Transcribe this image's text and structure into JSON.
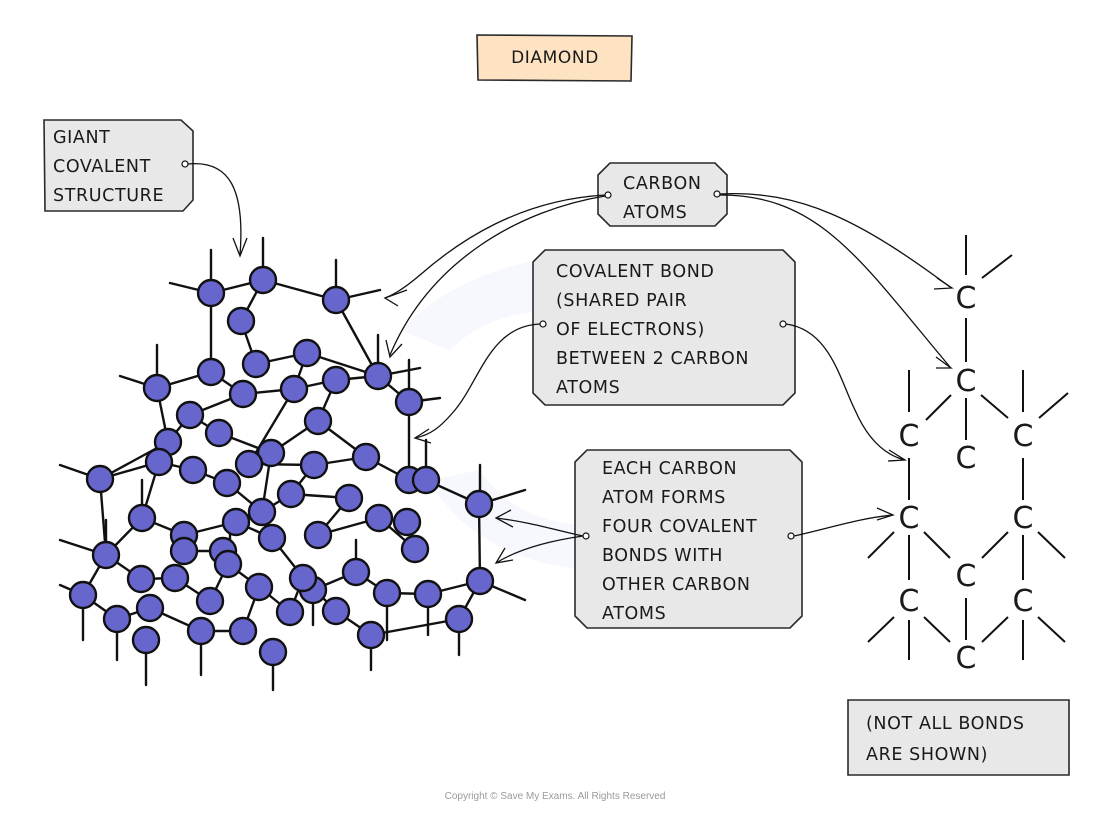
{
  "title": "DIAMOND",
  "labels": {
    "giant_covalent": [
      "GIANT",
      "COVALENT",
      "STRUCTURE"
    ],
    "carbon_atoms": [
      "CARBON",
      "ATOMS"
    ],
    "covalent_bond": [
      "COVALENT  BOND",
      "(SHARED  PAIR",
      "OF  ELECTRONS)",
      "BETWEEN  2  CARBON",
      "ATOMS"
    ],
    "each_carbon": [
      "EACH  CARBON",
      "ATOM  FORMS",
      "FOUR  COVALENT",
      "BONDS  WITH",
      "OTHER  CARBON",
      "ATOMS"
    ],
    "not_all_bonds": [
      "(NOT  ALL  BONDS",
      "ARE  SHOWN)"
    ]
  },
  "structural_formula": {
    "atom_symbol": "C",
    "atom_count": 11
  },
  "lattice": {
    "atom_color": "#6666cc",
    "atom_count": 64
  },
  "copyright": "Copyright © Save My Exams. All Rights Reserved"
}
